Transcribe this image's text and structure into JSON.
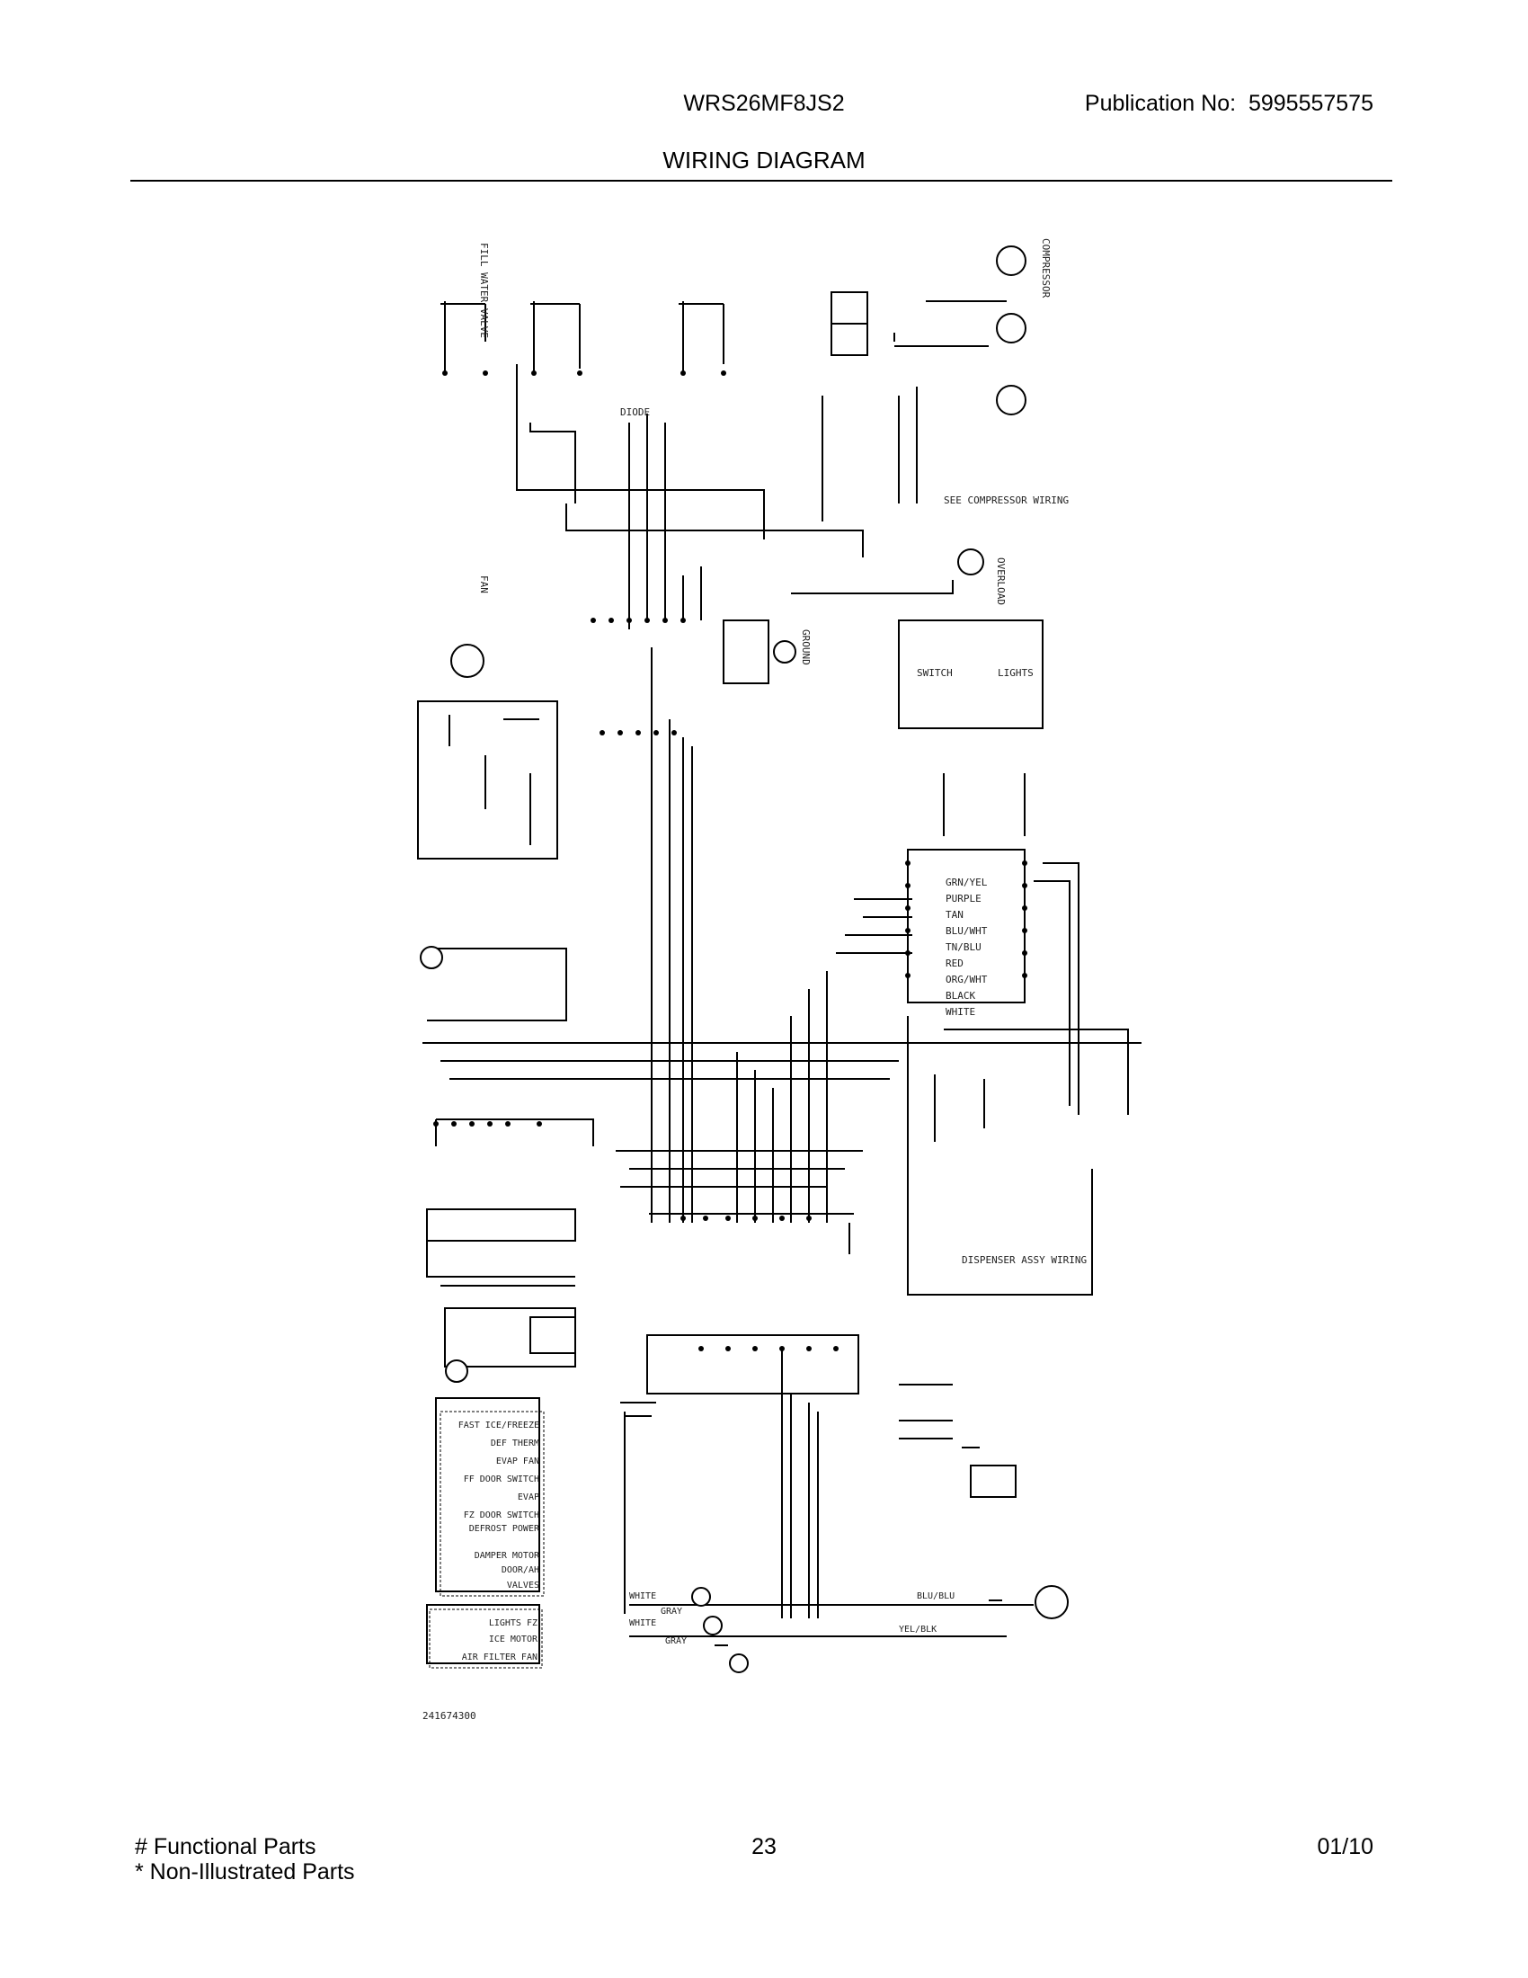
{
  "header": {
    "model": "WRS26MF8JS2",
    "publication_label": "Publication No:",
    "publication_number": "5995557575",
    "title": "WIRING DIAGRAM"
  },
  "diagram": {
    "labels": {
      "fill_water_valve": "FILL WATER VALVE",
      "compressor": "COMPRESSOR",
      "overload": "OVERLOAD",
      "fan": "FAN",
      "diode": "DIODE",
      "ground": "GROUND",
      "lights": "LIGHTS",
      "switch": "SWITCH",
      "dispenser_assy_wiring": "DISPENSER ASSY WIRING",
      "cabinet_harness": "SEE COMPRESSOR WIRING",
      "wire_colors": [
        "GRN/YEL",
        "PURPLE",
        "TAN",
        "BLU/WHT",
        "TN/BLU",
        "RED",
        "ORG/WHT",
        "BLACK",
        "WHITE"
      ],
      "main_board_rows": [
        "FAST ICE/FREEZE",
        "DEF THERM",
        "EVAP FAN",
        "FF DOOR SWITCH",
        "EVAP",
        "FZ DOOR SWITCH",
        "DEFROST POWER",
        "DAMPER MOTOR",
        "DOOR/AH",
        "VALVES"
      ],
      "aux_board_rows": [
        "LIGHTS FZ",
        "ICE MOTOR",
        "AIR FILTER FAN"
      ],
      "bottom_wires": [
        "BLU/BLU",
        "YEL/BLK",
        "WHITE",
        "GRAY",
        "WHITE",
        "GRAY"
      ],
      "part_code": "241674300"
    }
  },
  "footer": {
    "functional_parts": "# Functional Parts",
    "non_illustrated_parts": "* Non-Illustrated Parts",
    "page_number": "23",
    "date": "01/10"
  }
}
